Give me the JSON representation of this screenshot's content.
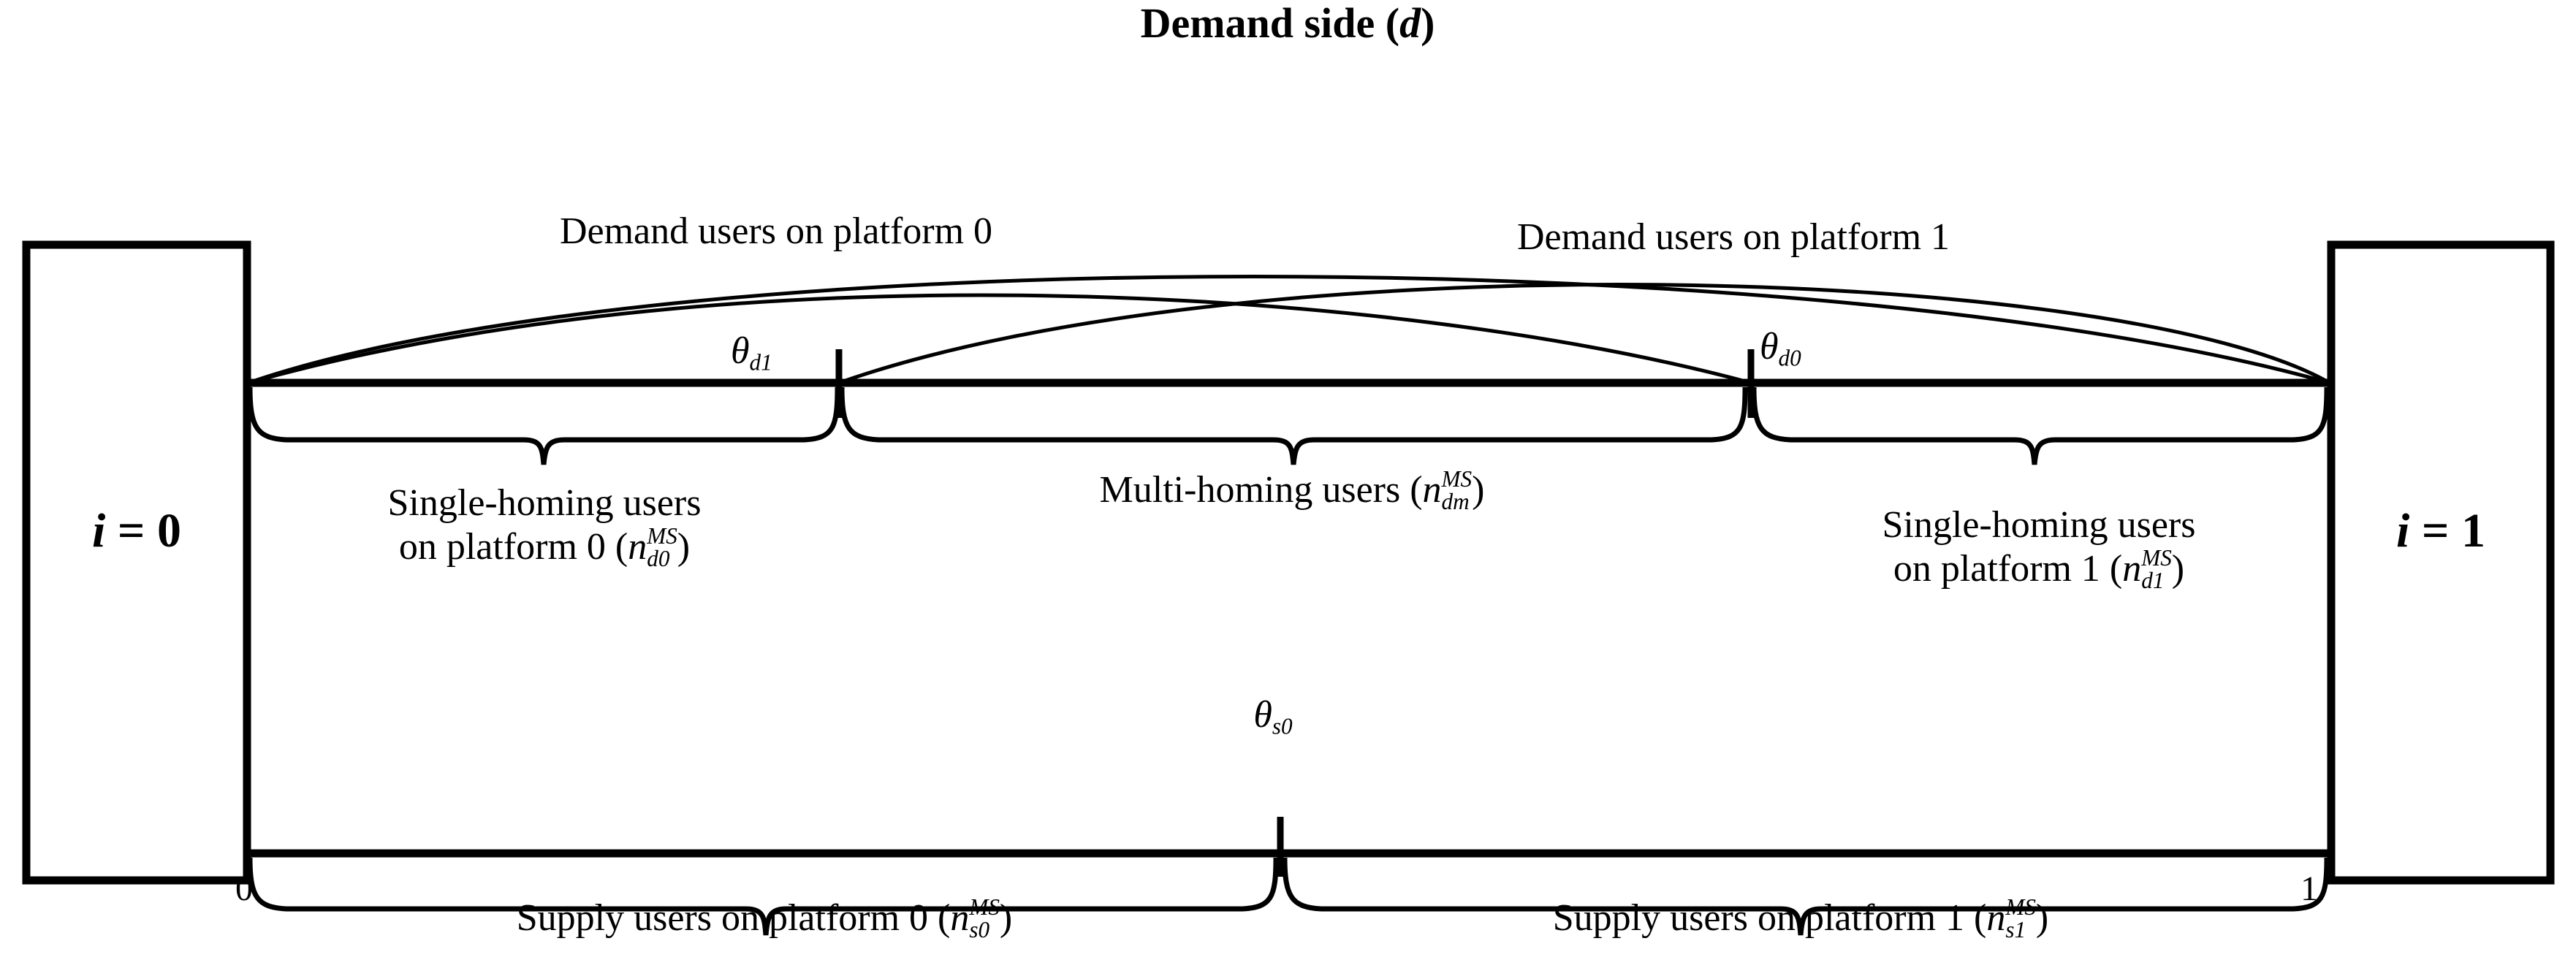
{
  "figure": {
    "title_main": "Demand side (",
    "title_var": "d",
    "title_close": ")",
    "type": "hotelling-line-diagram"
  },
  "endpoints": {
    "left_box_var": "i",
    "left_box_eq": " = ",
    "left_box_val": "0",
    "right_box_var": "i",
    "right_box_eq": " = ",
    "right_box_val": "1",
    "left_tick_label": "0",
    "right_tick_label": "1"
  },
  "demand": {
    "arc_label_left": "Demand users on platform 0",
    "arc_label_right": "Demand users on platform 1",
    "threshold_left": {
      "sym": "θ",
      "sub": "d1"
    },
    "threshold_right": {
      "sym": "θ",
      "sub": "d0"
    },
    "segments": [
      {
        "line1": "Single-homing users",
        "line2_pre": "on platform 0 (",
        "var": "n",
        "sup": "MS",
        "sub": "d0",
        "line2_post": ")"
      },
      {
        "line1": "Multi-homing users (",
        "var": "n",
        "sup": "MS",
        "sub": "dm",
        "line2_post": ")"
      },
      {
        "line1": "Single-homing users",
        "line2_pre": "on platform 1  (",
        "var": "n",
        "sup": "MS",
        "sub": "d1",
        "line2_post": ")"
      }
    ]
  },
  "supply": {
    "threshold": {
      "sym": "θ",
      "sub": "s0"
    },
    "segments": [
      {
        "line1": "Supply users on platform 0 (",
        "var": "n",
        "sup": "MS",
        "sub": "s0",
        "line2_post": ")"
      },
      {
        "line1": "Supply users on platform 1 (",
        "var": "n",
        "sup": "MS",
        "sub": "s1",
        "line2_post": ")"
      }
    ]
  },
  "colors": {
    "stroke": "#000000",
    "background": "#ffffff"
  }
}
